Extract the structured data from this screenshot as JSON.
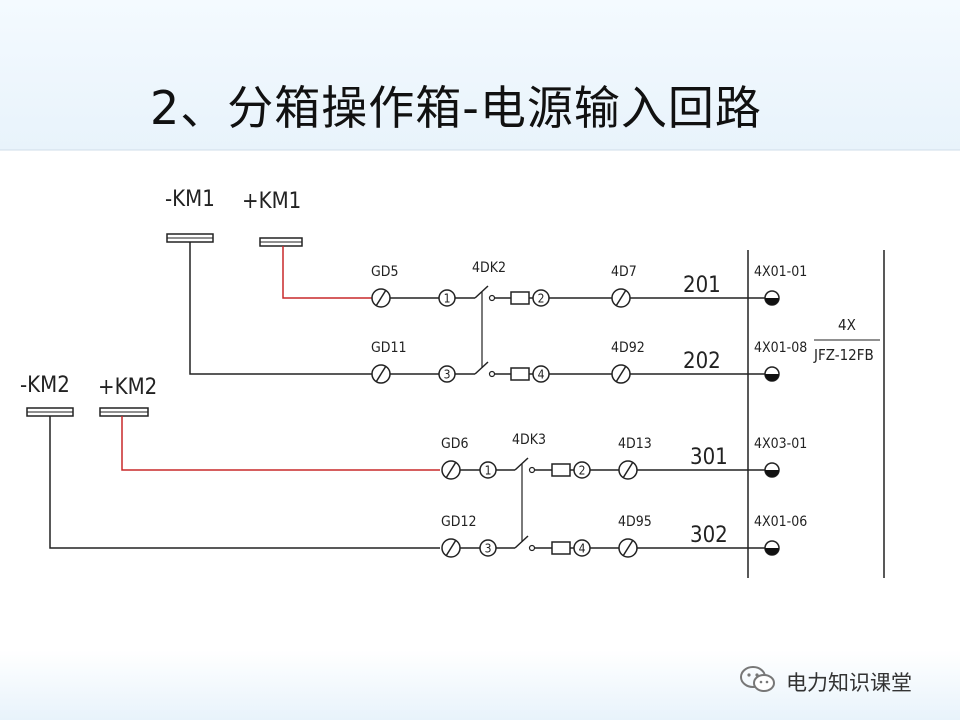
{
  "title": "2、分箱操作箱-电源输入回路",
  "watermark": "电力知识课堂",
  "colors": {
    "wire_black": "#222222",
    "wire_red": "#c8282a"
  },
  "buses": {
    "km1_neg": "-KM1",
    "km1_pos": "+KM1",
    "km2_neg": "-KM2",
    "km2_pos": "+KM2"
  },
  "circuits": [
    {
      "gd": "GD5",
      "node_in": "1",
      "switch": "4DK2",
      "node_out": "2",
      "terminal": "4D7",
      "wire": "201",
      "connector": "4X01-01"
    },
    {
      "gd": "GD11",
      "node_in": "3",
      "switch": "",
      "node_out": "4",
      "terminal": "4D92",
      "wire": "202",
      "connector": "4X01-08"
    },
    {
      "gd": "GD6",
      "node_in": "1",
      "switch": "4DK3",
      "node_out": "2",
      "terminal": "4D13",
      "wire": "301",
      "connector": "4X03-01"
    },
    {
      "gd": "GD12",
      "node_in": "3",
      "switch": "",
      "node_out": "4",
      "terminal": "4D95",
      "wire": "302",
      "connector": "4X01-06"
    }
  ],
  "device": {
    "name": "4X",
    "model": "JFZ-12FB"
  }
}
